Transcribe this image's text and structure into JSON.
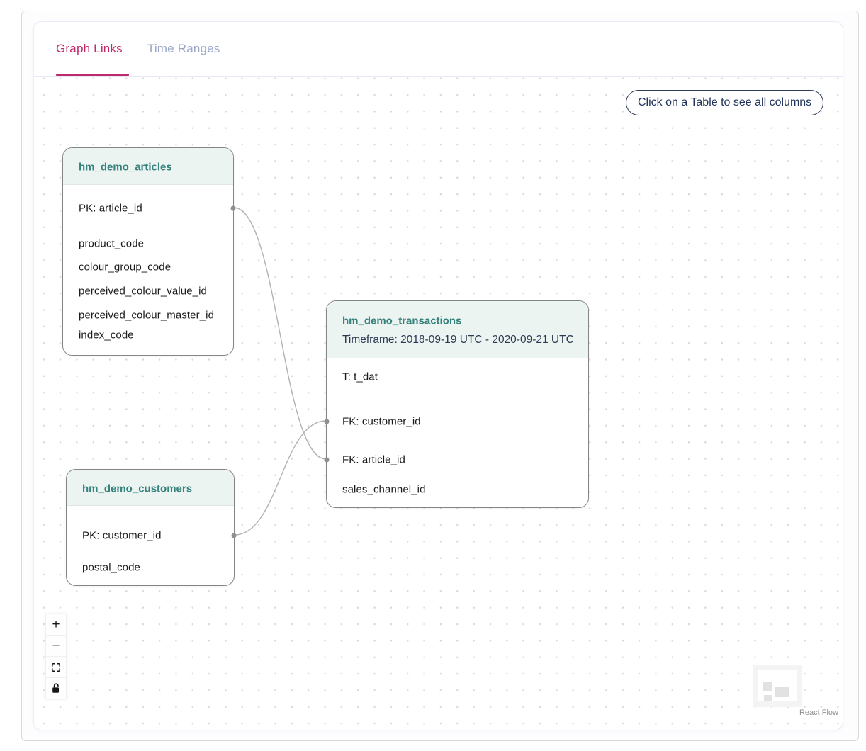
{
  "tabs": {
    "graph_links": "Graph Links",
    "time_ranges": "Time Ranges"
  },
  "hint_button": "Click on a Table to see all columns",
  "nodes": {
    "articles": {
      "title": "hm_demo_articles",
      "columns": [
        "PK: article_id",
        "product_code",
        "colour_group_code",
        "perceived_colour_value_id",
        "perceived_colour_master_id",
        "index_code"
      ]
    },
    "transactions": {
      "title": "hm_demo_transactions",
      "subtitle": "Timeframe: 2018-09-19 UTC - 2020-09-21 UTC",
      "columns": [
        "T: t_dat",
        "FK: customer_id",
        "FK: article_id",
        "sales_channel_id"
      ]
    },
    "customers": {
      "title": "hm_demo_customers",
      "columns": [
        "PK: customer_id",
        "postal_code"
      ]
    }
  },
  "edges": [
    {
      "source": "hm_demo_articles.article_id",
      "target": "hm_demo_transactions.article_id"
    },
    {
      "source": "hm_demo_customers.customer_id",
      "target": "hm_demo_transactions.customer_id"
    }
  ],
  "controls": {
    "zoom_in": "+",
    "zoom_out": "−"
  },
  "attribution": "React Flow",
  "colors": {
    "active_tab": "#c02a6c",
    "inactive_tab": "#9ba7c9",
    "node_title": "#35817c",
    "node_header_bg": "#ecf4f2",
    "edge": "#b1b1b7",
    "hint_text": "#20335b"
  }
}
